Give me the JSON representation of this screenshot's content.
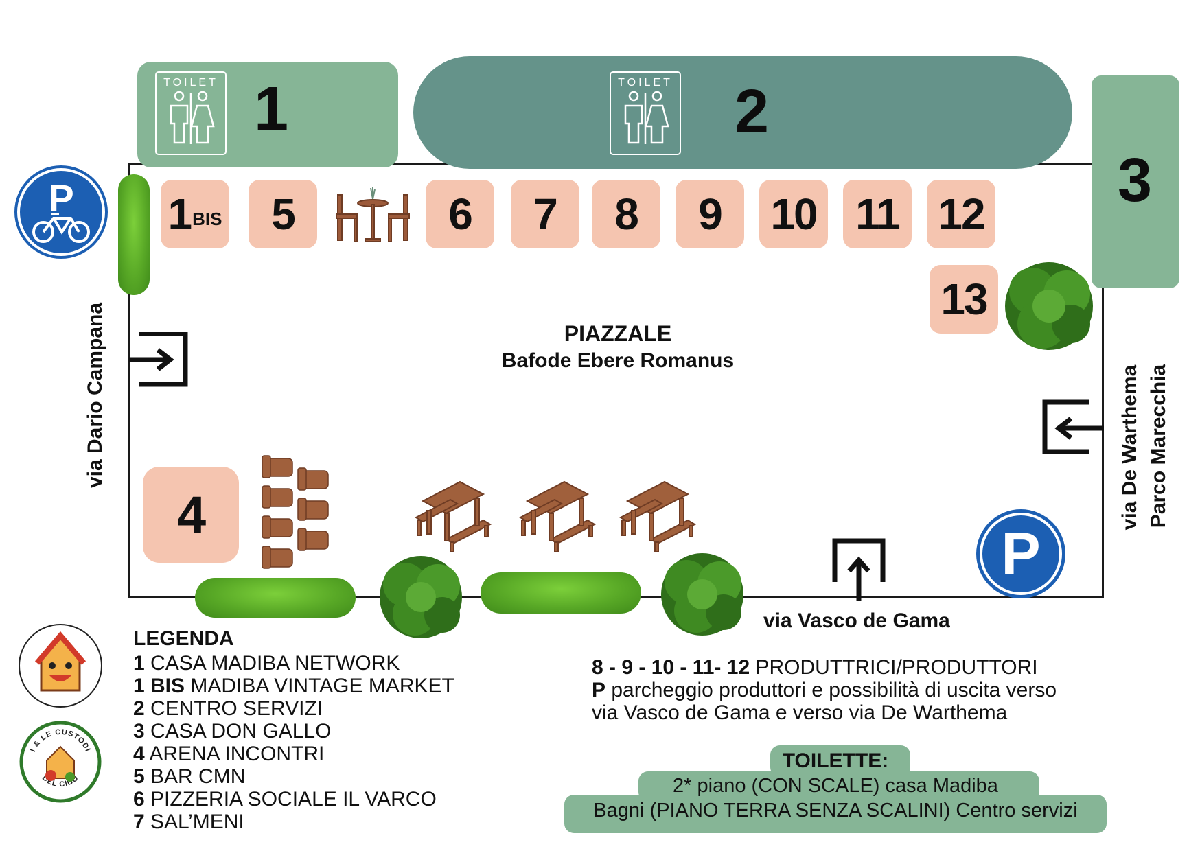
{
  "colors": {
    "building_light": "#86b596",
    "building_dark": "#65938a",
    "stall": "#f5c5b0",
    "parking_blue": "#1c5fb3",
    "outline": "#1a1a1a"
  },
  "buildings": {
    "b1": {
      "number": "1",
      "toilet_label": "TOILET",
      "icon": "toilet-icon"
    },
    "b2": {
      "number": "2",
      "toilet_label": "TOILET",
      "icon": "toilet-icon"
    },
    "b3": {
      "number": "3"
    }
  },
  "stalls": {
    "s1bis": {
      "number": "1",
      "suffix": "BIS"
    },
    "s5": "5",
    "s6": "6",
    "s7": "7",
    "s8": "8",
    "s9": "9",
    "s10": "10",
    "s11": "11",
    "s12": "12",
    "s13": "13",
    "s4": "4"
  },
  "piazzale": {
    "line1": "PIAZZALE",
    "line2": "Bafode Ebere Romanus"
  },
  "streets": {
    "west": "via Dario Campana",
    "east_1": "via De Warthema",
    "east_2": "Parco Marecchia",
    "south": "via Vasco de Gama"
  },
  "icons": {
    "bike_parking": "bike-parking-icon",
    "parking": "parking-icon",
    "parking_letter": "P",
    "entrance": "entrance-arrow-icon",
    "tree": "tree-icon",
    "table": "cafe-table-icon",
    "chair": "chair-icon",
    "picnic": "picnic-table-icon",
    "logo_madiba": "casa-madiba-logo",
    "logo_custodi": "custodi-del-cibo-logo"
  },
  "logo_custodi_text": "I & LE CUSTODI DEL CIBO",
  "legend": {
    "title": "LEGENDA",
    "items": [
      {
        "key": "1",
        "text": " CASA MADIBA NETWORK"
      },
      {
        "key": "1 BIS",
        "text": " MADIBA VINTAGE MARKET"
      },
      {
        "key": "2",
        "text": " CENTRO SERVIZI"
      },
      {
        "key": "3",
        "text": " CASA DON GALLO"
      },
      {
        "key": "4",
        "text": " ARENA INCONTRI"
      },
      {
        "key": "5",
        "text": " BAR CMN"
      },
      {
        "key": "6",
        "text": " PIZZERIA SOCIALE IL VARCO"
      },
      {
        "key": "7",
        "text": " SAL’MENI"
      }
    ],
    "producers_key": "8 - 9 - 10 - 11- 12",
    "producers_text": " PRODUTTRICI/PRODUTTORI",
    "parking_key": "P",
    "parking_text_1": " parcheggio produttori e possibilità di uscita verso",
    "parking_text_2": "via Vasco de Gama e verso via De Warthema"
  },
  "toilette": {
    "title": "TOILETTE:",
    "line1": "2* piano (CON SCALE) casa Madiba",
    "line2": "Bagni (PIANO TERRA SENZA SCALINI) Centro servizi"
  }
}
